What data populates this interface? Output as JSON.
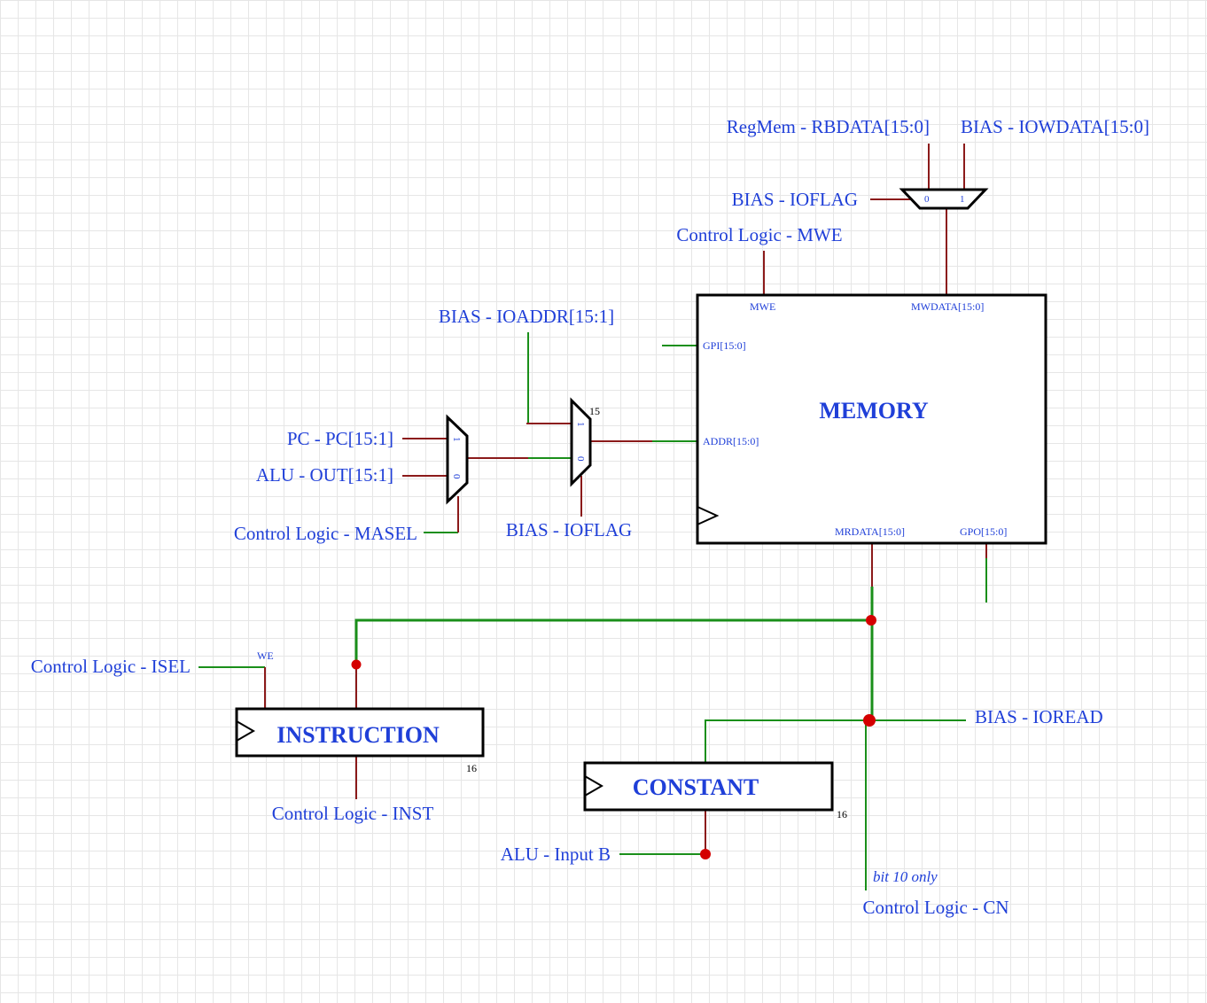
{
  "labels": {
    "regmem_rbdata": "RegMem - RBDATA[15:0]",
    "bias_iowdata": "BIAS - IOWDATA[15:0]",
    "bias_ioflag_top": "BIAS - IOFLAG",
    "cl_mwe": "Control Logic - MWE",
    "bias_ioaddr": "BIAS - IOADDR[15:1]",
    "pc": "PC - PC[15:1]",
    "alu_out": "ALU - OUT[15:1]",
    "cl_masel": "Control Logic - MASEL",
    "bias_ioflag_bottom": "BIAS - IOFLAG",
    "cl_isel": "Control Logic - ISEL",
    "cl_inst": "Control Logic - INST",
    "bias_ioread": "BIAS - IOREAD",
    "alu_input_b": "ALU - Input B",
    "bit10_note": "bit 10 only",
    "cl_cn": "Control Logic - CN"
  },
  "memory": {
    "title": "MEMORY",
    "pins": {
      "mwe": "MWE",
      "mwdata": "MWDATA[15:0]",
      "gpi": "GPI[15:0]",
      "addr": "ADDR[15:0]",
      "mrdata": "MRDATA[15:0]",
      "gpo": "GPO[15:0]"
    }
  },
  "instruction": {
    "title": "INSTRUCTION",
    "we": "WE",
    "width": "16"
  },
  "constant": {
    "title": "CONSTANT",
    "width": "16"
  },
  "mux_top": {
    "in0": "0",
    "in1": "1"
  },
  "mux_addr": {
    "in0": "0",
    "in1": "1",
    "width": "15"
  },
  "mux_pc": {
    "in0": "0",
    "in1": "1"
  },
  "colors": {
    "label": "#1f3fd8",
    "wire_red": "#8b1a1a",
    "wire_green": "#1a8f1a",
    "junction": "#d40000"
  }
}
